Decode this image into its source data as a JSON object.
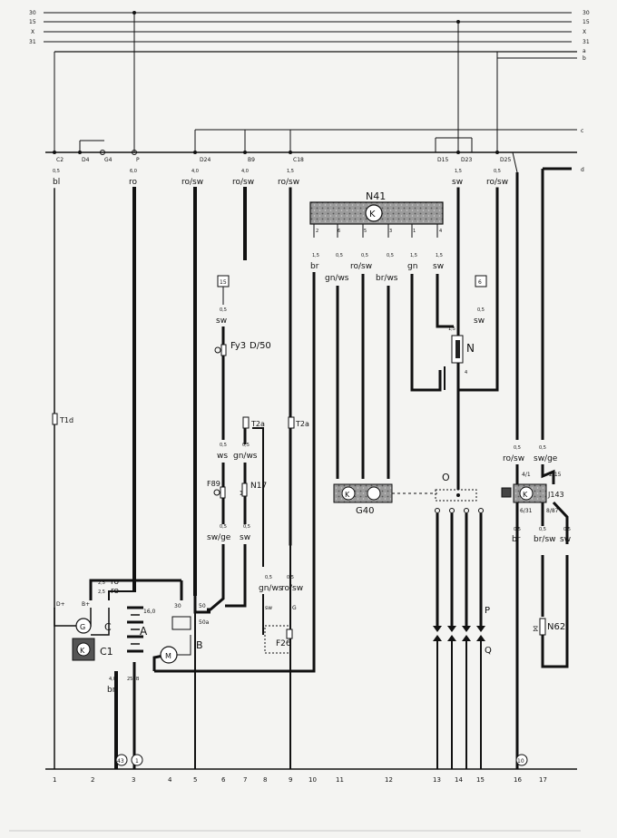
{
  "bus_lines": {
    "left": [
      "30",
      "15",
      "X",
      "31"
    ],
    "right": [
      "30",
      "15",
      "X",
      "31",
      "a",
      "b"
    ]
  },
  "c_label": "c",
  "d_label": "d",
  "connectors": {
    "c2": "C2",
    "d4": "D4",
    "g4": "G4",
    "p": "P",
    "d24": "D24",
    "b9": "B9",
    "c18": "C18",
    "d15": "D15",
    "d23": "D23",
    "d25": "D25"
  },
  "wires": {
    "w1": {
      "size": "0,5",
      "color": "bl"
    },
    "w3": {
      "size": "6,0",
      "color": "ro"
    },
    "w5": {
      "size": "4,0",
      "color": "ro/sw"
    },
    "w7": {
      "size": "4,0",
      "color": "ro/sw"
    },
    "w9": {
      "size": "1,5",
      "color": "ro/sw"
    },
    "w14": {
      "size": "1,5",
      "color": "sw"
    },
    "w15": {
      "size": "0,5",
      "color": "ro/sw"
    }
  },
  "n41": {
    "label": "N41",
    "pins": [
      "2",
      "6",
      "5",
      "3",
      "1",
      "4"
    ],
    "wires": [
      {
        "size": "1,5",
        "color": "br"
      },
      {
        "size": "0,5",
        "color": "gn/ws"
      },
      {
        "size": "0,5",
        "color": "ro/sw"
      },
      {
        "size": "0,5",
        "color": "br/ws"
      },
      {
        "size": "1,5",
        "color": "gn"
      },
      {
        "size": "1,5",
        "color": "sw"
      }
    ]
  },
  "fuse_box": {
    "fuse15": "15",
    "fuse6": "6"
  },
  "col6": {
    "size": "0,5",
    "color": "sw",
    "fy_label": "Fy3",
    "d50_label": "D/50"
  },
  "n_relay": {
    "label": "N",
    "size": "1,5",
    "pin": "4"
  },
  "n_right_wire": {
    "size": "0,5",
    "color": "sw"
  },
  "t1d": "T1d",
  "t2a_a": "T2a",
  "t2a_b": "T2a",
  "mid_wires": {
    "ws": {
      "size": "0,5",
      "color": "ws"
    },
    "gnws": {
      "size": "0,5",
      "color": "gn/ws"
    },
    "swge": {
      "size": "0,5",
      "color": "sw/ge"
    },
    "sw": {
      "size": "0,5",
      "color": "sw"
    }
  },
  "f89": "F89",
  "n17": "N17",
  "g40": "G40",
  "o_label": "O",
  "p_label": "P",
  "q_label": "Q",
  "right_group": {
    "rosw": {
      "size": "0,5",
      "color": "ro/sw"
    },
    "swge": {
      "size": "0,5",
      "color": "sw/ge"
    },
    "j143": "J143",
    "pins": [
      "4/1",
      "2/15",
      "6/31",
      "8/87"
    ],
    "out": [
      {
        "size": "0,5",
        "color": "br"
      },
      {
        "size": "0,5",
        "color": "br/sw"
      },
      {
        "size": "0,5",
        "color": "sw"
      }
    ],
    "n62": "N62"
  },
  "battery_area": {
    "ro1": {
      "size": "2,5",
      "color": "ro"
    },
    "ro2": {
      "size": "2,5",
      "color": "ro"
    },
    "a": "A",
    "b": "B",
    "c": "C",
    "c1": "C1",
    "d_plus": "D+",
    "b_plus": "B+",
    "t30": "30",
    "t50": "50",
    "t16": "16,0",
    "t50a": "50a",
    "br": {
      "size": "4,0",
      "color": "br"
    },
    "br2": {
      "size": "25",
      "color": "B"
    }
  },
  "lower_mid": {
    "gnws": {
      "size": "0,5",
      "color": "gn/ws"
    },
    "rosw": {
      "size": "0,5",
      "color": "ro/sw"
    },
    "sw": "sw",
    "g": "G",
    "f26": "F26"
  },
  "ground_marks": {
    "m1": "43",
    "m2": "1",
    "m3": "10"
  },
  "bottom_numbers": [
    "1",
    "2",
    "3",
    "4",
    "5",
    "6",
    "7",
    "8",
    "9",
    "10",
    "11",
    "12",
    "13",
    "14",
    "15",
    "16",
    "17"
  ]
}
